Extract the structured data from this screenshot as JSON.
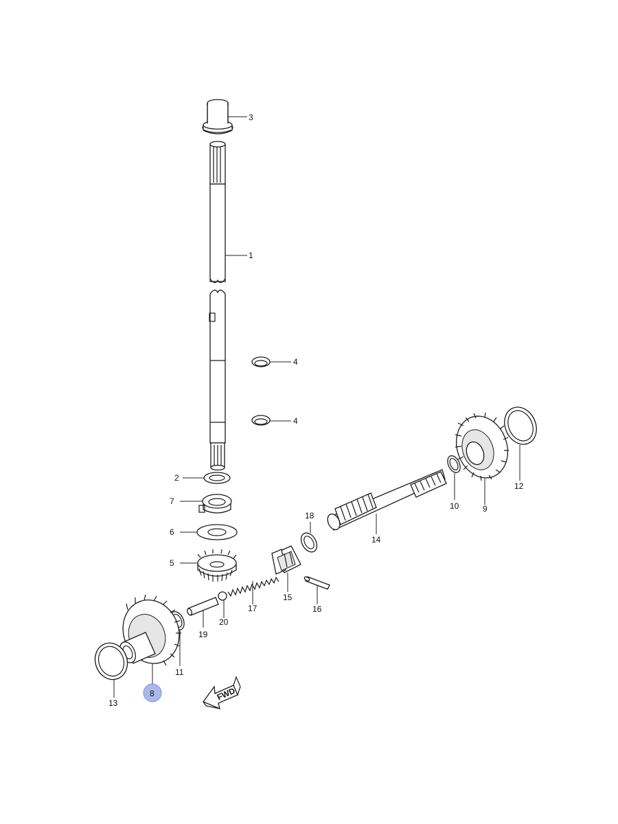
{
  "callouts": [
    "1",
    "2",
    "3",
    "4",
    "4",
    "5",
    "6",
    "7",
    "8",
    "9",
    "10",
    "11",
    "12",
    "13",
    "14",
    "15",
    "16",
    "17",
    "18",
    "19",
    "20"
  ],
  "selected_part": "8",
  "highlight_color": "#a9b8ec",
  "direction_label": "FWD",
  "icons": [
    "fwd-arrow-icon"
  ]
}
